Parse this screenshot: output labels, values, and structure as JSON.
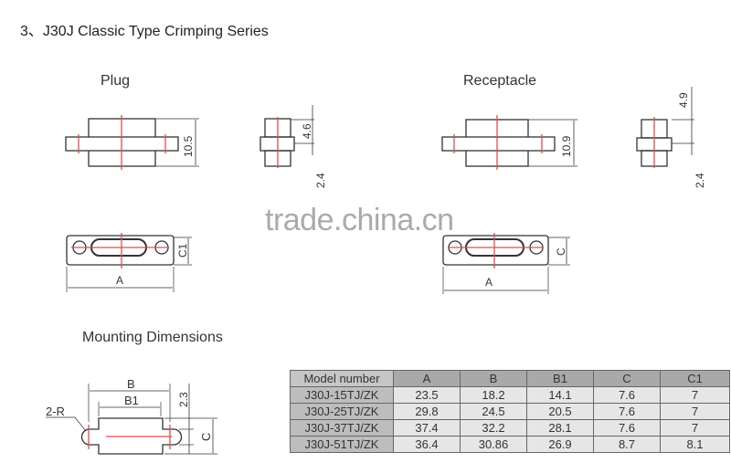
{
  "title": "3、J30J Classic Type Crimping Series",
  "plug": {
    "label": "Plug",
    "height": "10.5",
    "side_top": "4.6",
    "side_bottom": "2.4",
    "dim_a": "A",
    "dim_c1": "C1"
  },
  "receptacle": {
    "label": "Receptacle",
    "height": "10.9",
    "side_top": "4.9",
    "side_bottom": "2.4",
    "dim_a": "A",
    "dim_c": "C"
  },
  "mounting": {
    "label": "Mounting Dimensions",
    "b": "B",
    "b1": "B1",
    "radius": "2-R",
    "gap": "2.3",
    "c": "C"
  },
  "watermark": "trade.china.cn",
  "table": {
    "headers": [
      "Model number",
      "A",
      "B",
      "B1",
      "C",
      "C1"
    ],
    "rows": [
      [
        "J30J-15TJ/ZK",
        "23.5",
        "18.2",
        "14.1",
        "7.6",
        "7"
      ],
      [
        "J30J-25TJ/ZK",
        "29.8",
        "24.5",
        "20.5",
        "7.6",
        "7"
      ],
      [
        "J30J-37TJ/ZK",
        "37.4",
        "32.2",
        "28.1",
        "7.6",
        "7"
      ],
      [
        "J30J-51TJ/ZK",
        "36.4",
        "30.86",
        "26.9",
        "8.7",
        "8.1"
      ]
    ]
  },
  "colors": {
    "centerline": "#e84a4a",
    "line": "#333333"
  }
}
